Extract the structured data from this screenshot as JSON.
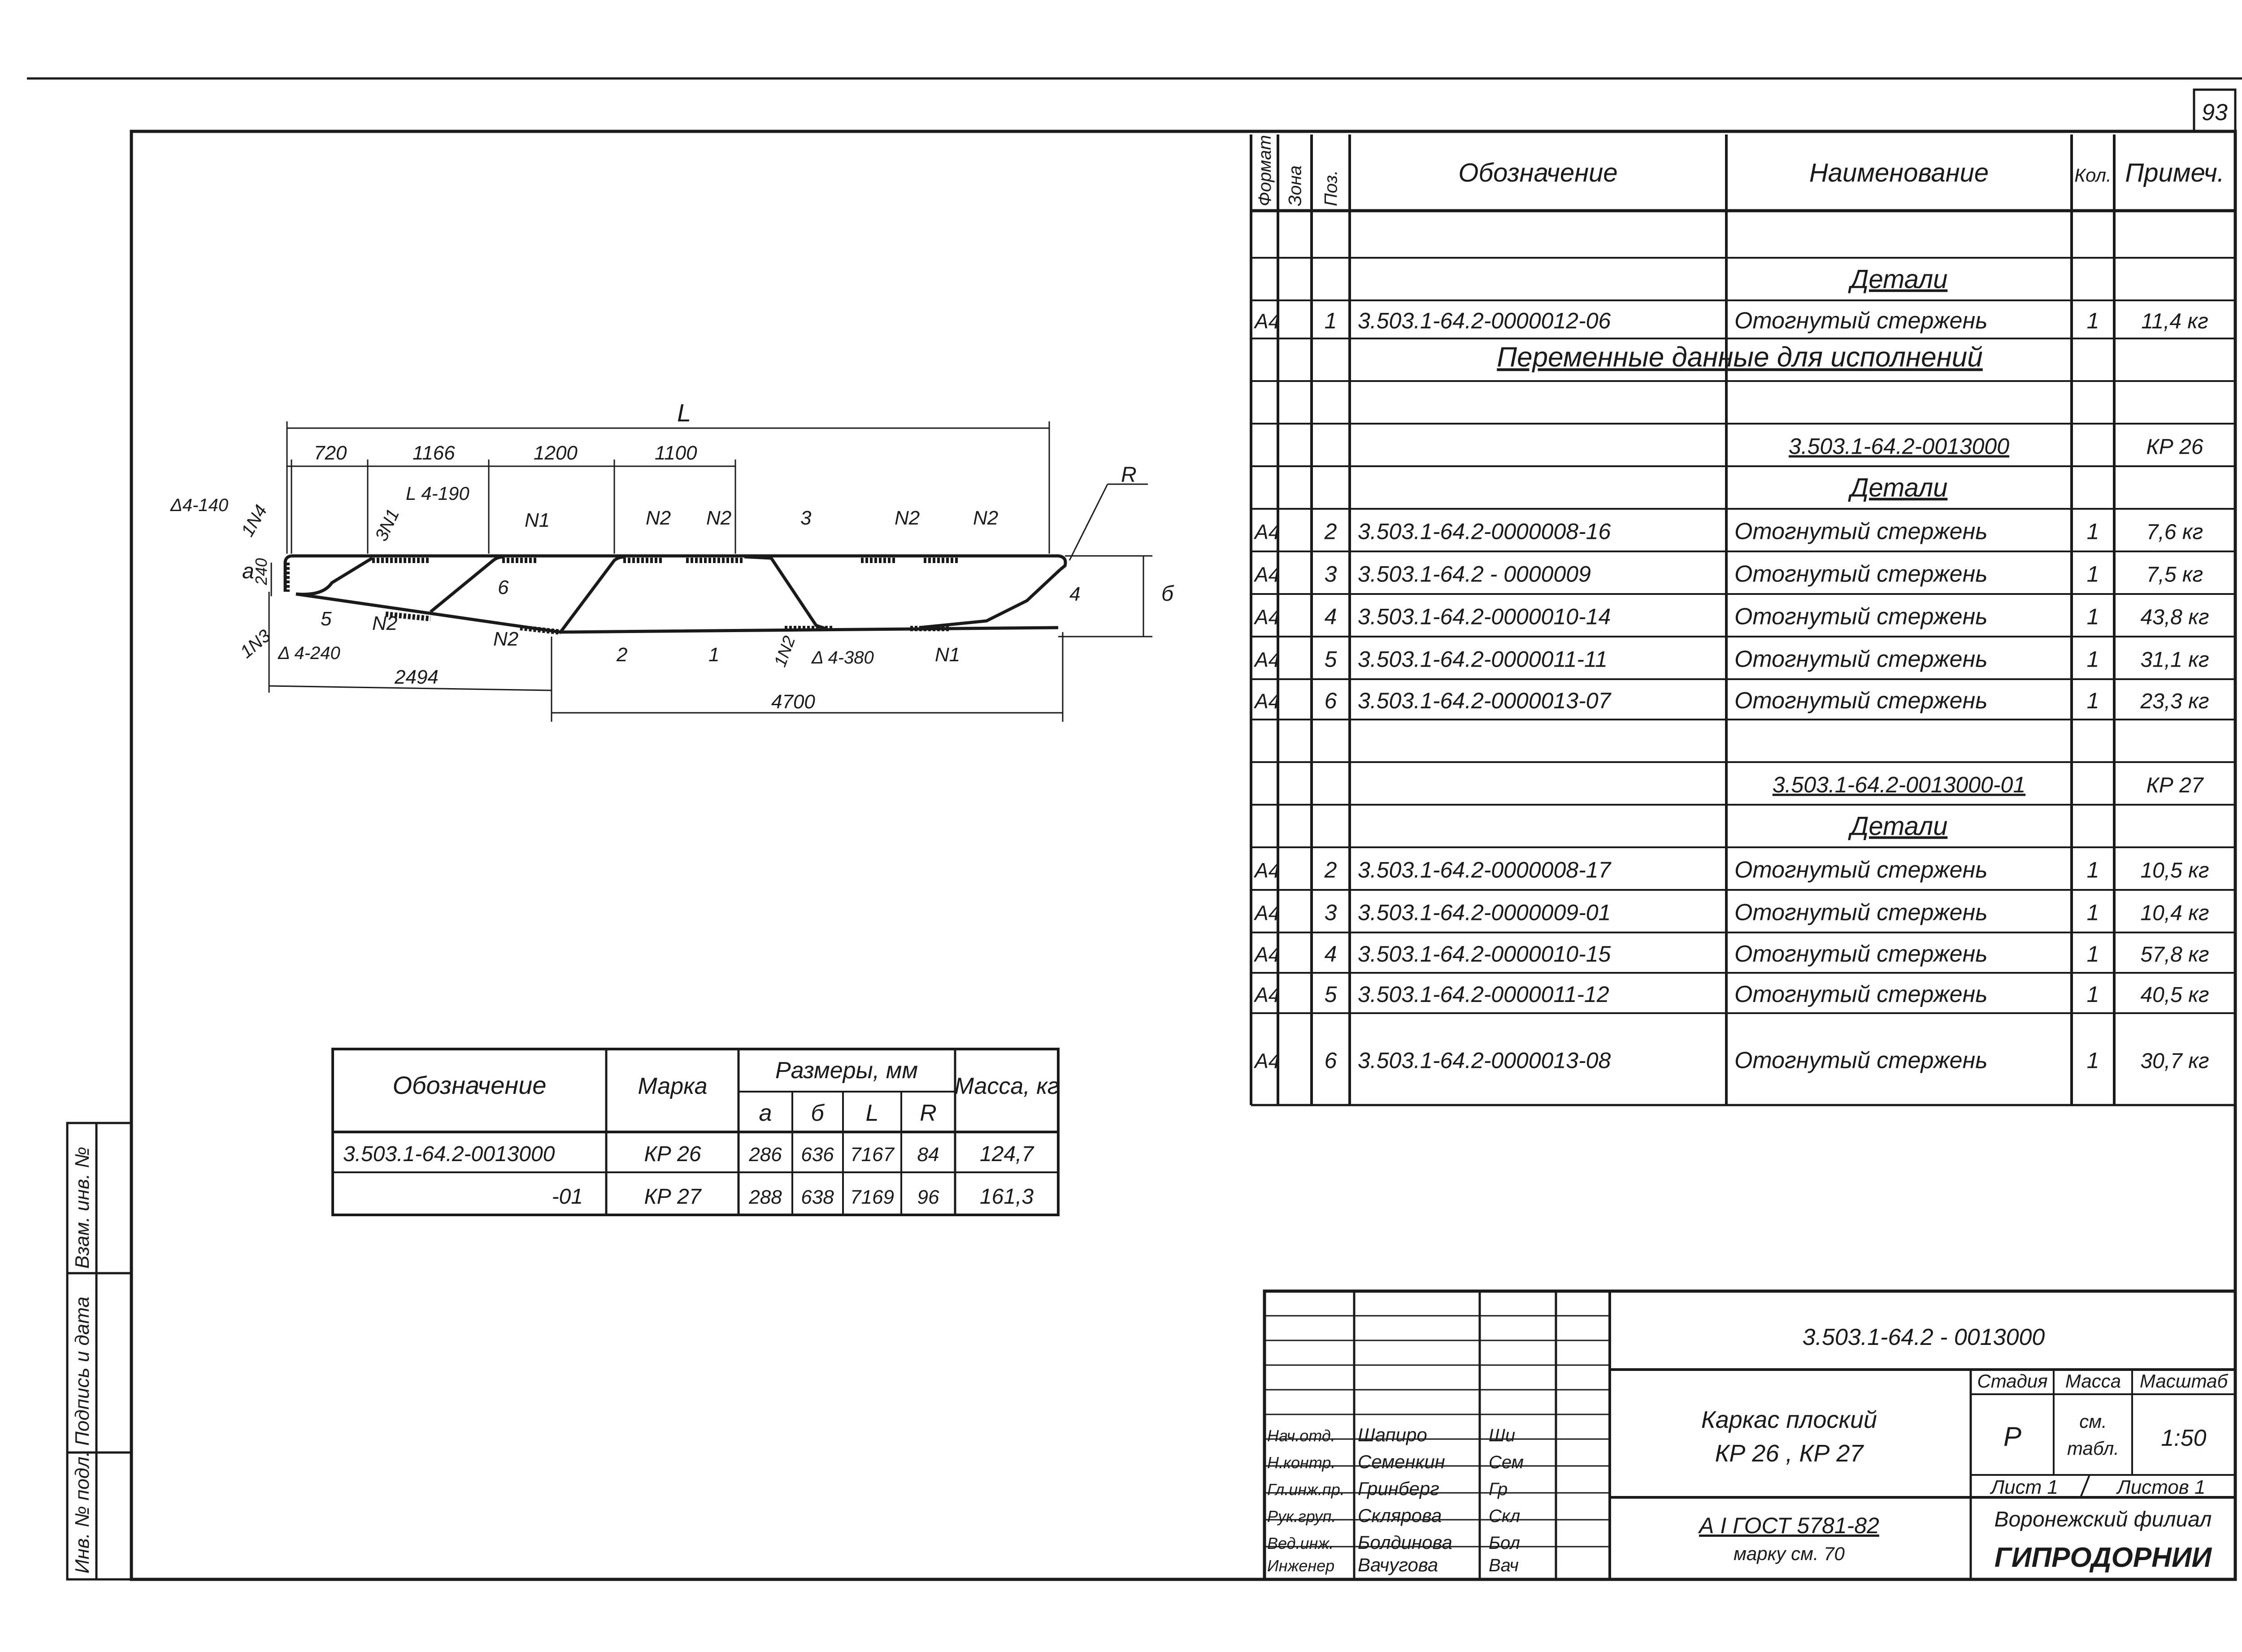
{
  "page_number": "93",
  "spec": {
    "headers": [
      "Формат",
      "Зона",
      "Поз.",
      "Обозначение",
      "Наименование",
      "Кол.",
      "Примеч."
    ],
    "rows": [
      {
        "fmt": "",
        "pos": "",
        "desig": "",
        "name": "",
        "qty": "",
        "note": ""
      },
      {
        "fmt": "",
        "pos": "",
        "desig": "",
        "name": "Детали",
        "qty": "",
        "note": "",
        "kind": "section"
      },
      {
        "fmt": "А4",
        "pos": "1",
        "desig": "3.503.1-64.2-0000012-06",
        "name": "Отогнутый стержень",
        "qty": "1",
        "note": "11,4 кг"
      },
      {
        "fmt": "",
        "pos": "",
        "desig": "",
        "name": "",
        "qty": "",
        "note": "",
        "kind": "banner",
        "banner": "Переменные данные для исполнений"
      },
      {
        "fmt": "",
        "pos": "",
        "desig": "",
        "name": "",
        "qty": "",
        "note": ""
      },
      {
        "fmt": "",
        "pos": "",
        "desig": "",
        "name": "3.503.1-64.2-0013000",
        "qty": "",
        "note": "КР 26",
        "kind": "ref"
      },
      {
        "fmt": "",
        "pos": "",
        "desig": "",
        "name": "Детали",
        "qty": "",
        "note": "",
        "kind": "section"
      },
      {
        "fmt": "А4",
        "pos": "2",
        "desig": "3.503.1-64.2-0000008-16",
        "name": "Отогнутый стержень",
        "qty": "1",
        "note": "7,6 кг"
      },
      {
        "fmt": "А4",
        "pos": "3",
        "desig": "3.503.1-64.2 - 0000009",
        "name": "Отогнутый стержень",
        "qty": "1",
        "note": "7,5 кг"
      },
      {
        "fmt": "А4",
        "pos": "4",
        "desig": "3.503.1-64.2-0000010-14",
        "name": "Отогнутый стержень",
        "qty": "1",
        "note": "43,8 кг"
      },
      {
        "fmt": "А4",
        "pos": "5",
        "desig": "3.503.1-64.2-0000011-11",
        "name": "Отогнутый стержень",
        "qty": "1",
        "note": "31,1 кг"
      },
      {
        "fmt": "А4",
        "pos": "6",
        "desig": "3.503.1-64.2-0000013-07",
        "name": "Отогнутый стержень",
        "qty": "1",
        "note": "23,3 кг"
      },
      {
        "fmt": "",
        "pos": "",
        "desig": "",
        "name": "",
        "qty": "",
        "note": ""
      },
      {
        "fmt": "",
        "pos": "",
        "desig": "",
        "name": "3.503.1-64.2-0013000-01",
        "qty": "",
        "note": "КР 27",
        "kind": "ref"
      },
      {
        "fmt": "",
        "pos": "",
        "desig": "",
        "name": "Детали",
        "qty": "",
        "note": "",
        "kind": "section"
      },
      {
        "fmt": "А4",
        "pos": "2",
        "desig": "3.503.1-64.2-0000008-17",
        "name": "Отогнутый стержень",
        "qty": "1",
        "note": "10,5 кг"
      },
      {
        "fmt": "А4",
        "pos": "3",
        "desig": "3.503.1-64.2-0000009-01",
        "name": "Отогнутый стержень",
        "qty": "1",
        "note": "10,4 кг"
      },
      {
        "fmt": "А4",
        "pos": "4",
        "desig": "3.503.1-64.2-0000010-15",
        "name": "Отогнутый стержень",
        "qty": "1",
        "note": "57,8 кг"
      },
      {
        "fmt": "А4",
        "pos": "5",
        "desig": "3.503.1-64.2-0000011-12",
        "name": "Отогнутый стержень",
        "qty": "1",
        "note": "40,5 кг"
      },
      {
        "fmt": "А4",
        "pos": "6",
        "desig": "3.503.1-64.2-0000013-08",
        "name": "Отогнутый стержень",
        "qty": "1",
        "note": "30,7 кг"
      }
    ]
  },
  "variants": {
    "h_designation": "Обозначение",
    "h_mark": "Марка",
    "h_dims": "Размеры, мм",
    "h_mass": "Масса, кг",
    "dim_cols": [
      "а",
      "б",
      "L",
      "R"
    ],
    "rows": [
      {
        "designation": "3.503.1-64.2-0013000",
        "mark": "КР 26",
        "a": "286",
        "b": "636",
        "L": "7167",
        "R": "84",
        "mass": "124,7"
      },
      {
        "designation": "-01",
        "mark": "КР 27",
        "a": "288",
        "b": "638",
        "L": "7169",
        "R": "96",
        "mass": "161,3"
      }
    ]
  },
  "drawing": {
    "dims_top": [
      "720",
      "1166",
      "1200",
      "1100"
    ],
    "label_L": "L",
    "label_R": "R",
    "label_a": "а",
    "label_b": "б",
    "dim_240": "240",
    "dim_2494": "2494",
    "dim_4700": "4700",
    "welds": [
      "Δ4-140",
      "1N4",
      "3N1",
      "L 4-190",
      "N1",
      "N2",
      "N2",
      "3",
      "N2",
      "N2",
      "4",
      "6",
      "5",
      "N2",
      "N2",
      "1N3",
      "Δ 4-240",
      "2",
      "1",
      "1N2",
      "Δ 4-380",
      "N1"
    ]
  },
  "stamp": {
    "code": "3.503.1-64.2 - 0013000",
    "title1": "Каркас плоский",
    "title2": "КР 26 , КР 27",
    "material1": "А I  ГОСТ 5781-82",
    "material2": "марку см. 70",
    "stage_h": "Стадия",
    "mass_h": "Масса",
    "scale_h": "Масштаб",
    "stage": "Р",
    "mass1": "см.",
    "mass2": "табл.",
    "scale": "1:50",
    "sheet": "Лист 1",
    "sheets": "Листов 1",
    "org1": "Воронежский филиал",
    "org2": "ГИПРОДОРНИИ",
    "people": [
      {
        "role": "Нач.отд.",
        "name": "Шапиро",
        "sig": "Ши"
      },
      {
        "role": "Н.контр.",
        "name": "Семенкин",
        "sig": "Сем"
      },
      {
        "role": "Гл.инж.пр.",
        "name": "Гринберг",
        "sig": "Гр"
      },
      {
        "role": "Рук.груп.",
        "name": "Склярова",
        "sig": "Скл"
      },
      {
        "role": "Вед.инж.",
        "name": "Болдинова",
        "sig": "Бол"
      },
      {
        "role": "Инженер",
        "name": "Вачугова",
        "sig": "Вач"
      }
    ]
  },
  "side_labels": [
    "Инв. № подл.",
    "Подпись и дата",
    "Взам. инв. №"
  ]
}
